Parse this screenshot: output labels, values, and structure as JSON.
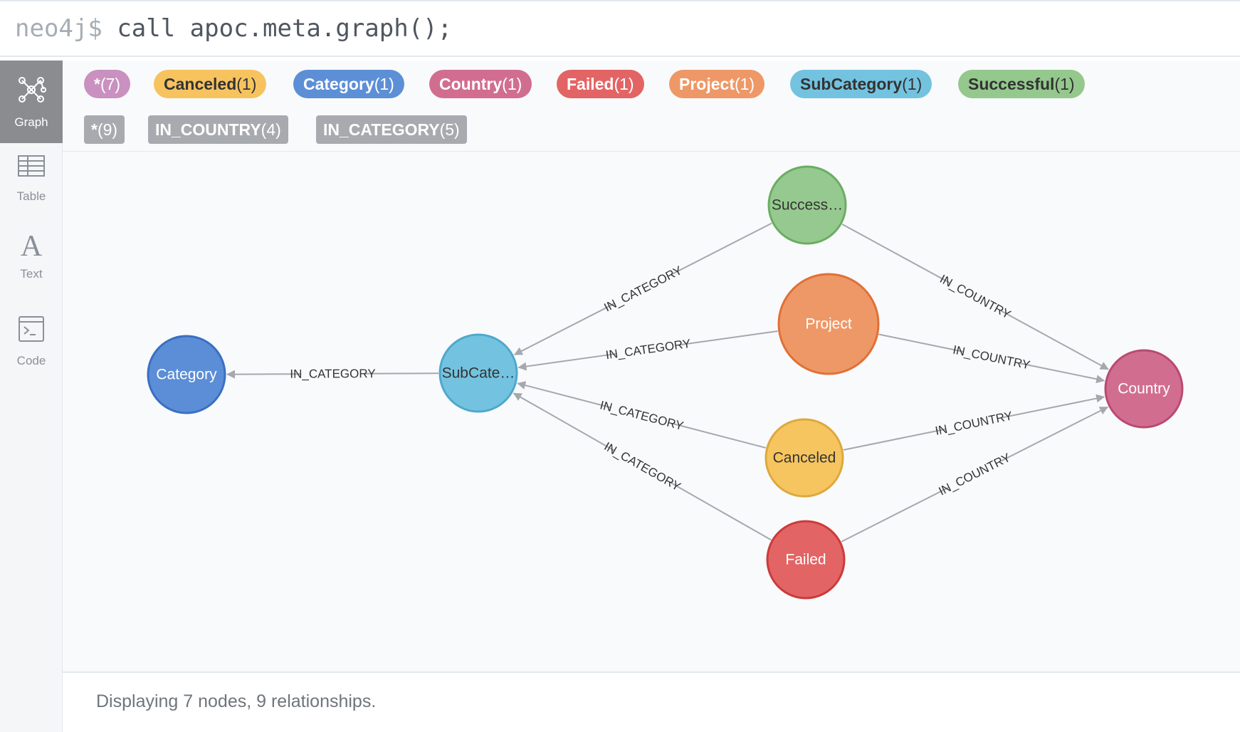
{
  "command": {
    "prompt": "neo4j$",
    "text": "call apoc.meta.graph();"
  },
  "sidebar": {
    "items": [
      {
        "label": "Graph",
        "icon": "graph-icon",
        "active": true
      },
      {
        "label": "Table",
        "icon": "table-icon",
        "active": false
      },
      {
        "label": "Text",
        "icon": "text-icon",
        "active": false
      },
      {
        "label": "Code",
        "icon": "code-icon",
        "active": false
      }
    ]
  },
  "labels": [
    {
      "name": "*",
      "count": "(7)",
      "color": "#c990c0",
      "text_color": "#ffffff"
    },
    {
      "name": "Canceled",
      "count": "(1)",
      "color": "#f7c35f",
      "text_color": "#333333"
    },
    {
      "name": "Category",
      "count": "(1)",
      "color": "#5c8fd6",
      "text_color": "#ffffff"
    },
    {
      "name": "Country",
      "count": "(1)",
      "color": "#d16e8f",
      "text_color": "#ffffff"
    },
    {
      "name": "Failed",
      "count": "(1)",
      "color": "#e36464",
      "text_color": "#ffffff"
    },
    {
      "name": "Project",
      "count": "(1)",
      "color": "#ee9867",
      "text_color": "#ffffff"
    },
    {
      "name": "SubCategory",
      "count": "(1)",
      "color": "#73c3e0",
      "text_color": "#333333"
    },
    {
      "name": "Successful",
      "count": "(1)",
      "color": "#94c88d",
      "text_color": "#333333"
    }
  ],
  "relationship_types": [
    {
      "name": "*",
      "count": "(9)"
    },
    {
      "name": "IN_COUNTRY",
      "count": "(4)"
    },
    {
      "name": "IN_CATEGORY",
      "count": "(5)"
    }
  ],
  "graph": {
    "nodes": [
      {
        "id": "category",
        "caption": "Category",
        "fill": "#5b8ed6",
        "stroke": "#3a6fc2",
        "text_color": "#ffffff"
      },
      {
        "id": "subcategory",
        "caption": "SubCate…",
        "fill": "#73c3e0",
        "stroke": "#4ea8cc",
        "text_color": "#333333"
      },
      {
        "id": "successful",
        "caption": "Success…",
        "fill": "#96c98f",
        "stroke": "#6aad62",
        "text_color": "#333333"
      },
      {
        "id": "project",
        "caption": "Project",
        "fill": "#ee9867",
        "stroke": "#e07037",
        "text_color": "#ffffff"
      },
      {
        "id": "canceled",
        "caption": "Canceled",
        "fill": "#f7c55f",
        "stroke": "#dca93c",
        "text_color": "#333333"
      },
      {
        "id": "failed",
        "caption": "Failed",
        "fill": "#e36464",
        "stroke": "#cc3a3a",
        "text_color": "#ffffff"
      },
      {
        "id": "country",
        "caption": "Country",
        "fill": "#d16e8f",
        "stroke": "#b94a72",
        "text_color": "#ffffff"
      }
    ],
    "relationships": [
      {
        "from": "subcategory",
        "to": "category",
        "type": "IN_CATEGORY"
      },
      {
        "from": "successful",
        "to": "subcategory",
        "type": "IN_CATEGORY"
      },
      {
        "from": "project",
        "to": "subcategory",
        "type": "IN_CATEGORY"
      },
      {
        "from": "canceled",
        "to": "subcategory",
        "type": "IN_CATEGORY"
      },
      {
        "from": "failed",
        "to": "subcategory",
        "type": "IN_CATEGORY"
      },
      {
        "from": "successful",
        "to": "country",
        "type": "IN_COUNTRY"
      },
      {
        "from": "project",
        "to": "country",
        "type": "IN_COUNTRY"
      },
      {
        "from": "canceled",
        "to": "country",
        "type": "IN_COUNTRY"
      },
      {
        "from": "failed",
        "to": "country",
        "type": "IN_COUNTRY"
      }
    ]
  },
  "footer": {
    "status": "Displaying 7 nodes, 9 relationships."
  }
}
